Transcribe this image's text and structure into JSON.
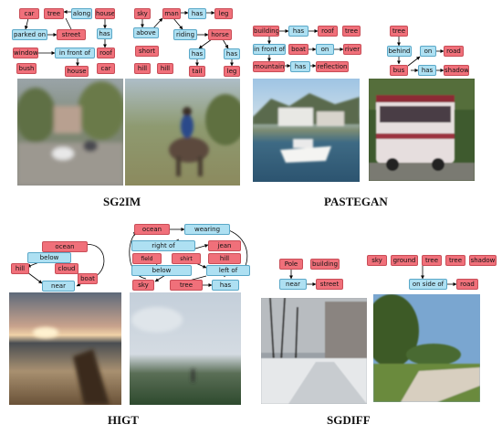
{
  "methods": {
    "sg2im": "SG2IM",
    "pastegan": "PASTEGAN",
    "higt": "HIGT",
    "sgdiff": "SGDIFF"
  },
  "graphs": {
    "sg2im_a": {
      "car": "car",
      "tree": "tree",
      "house": "house",
      "along": "along",
      "parked_on": "parked on",
      "street": "street",
      "has": "has",
      "window": "window",
      "in_front_of": "in front of",
      "roof": "roof",
      "bush": "bush",
      "house2": "house",
      "car2": "car"
    },
    "sg2im_b": {
      "sky": "sky",
      "man": "man",
      "has": "has",
      "leg": "leg",
      "above": "above",
      "riding": "riding",
      "horse": "horse",
      "short": "short",
      "has2": "has",
      "has3": "has",
      "hill": "hill",
      "hill2": "hill",
      "tail": "tail",
      "leg2": "leg"
    },
    "pastegan_a": {
      "building": "building",
      "has": "has",
      "roof": "roof",
      "tree": "tree",
      "in_front_of": "in front of",
      "boat": "boat",
      "on": "on",
      "river": "river",
      "mountain": "mountain",
      "has2": "has",
      "reflection": "reflection"
    },
    "pastegan_b": {
      "tree": "tree",
      "behind": "behind",
      "on": "on",
      "road": "road",
      "bus": "bus",
      "has": "has",
      "shadow": "shadow"
    },
    "higt_a": {
      "ocean": "ocean",
      "below": "below",
      "hill": "hill",
      "cloud": "cloud",
      "boat": "boat",
      "near": "near"
    },
    "higt_b": {
      "ocean": "ocean",
      "wearing": "wearing",
      "right_of": "right of",
      "jean": "jean",
      "field": "field",
      "shirt": "shirt",
      "hill": "hill",
      "below": "below",
      "left_of": "left of",
      "sky": "sky",
      "tree": "tree",
      "has": "has"
    },
    "sgdiff_a": {
      "pole": "Pole",
      "building": "building",
      "near": "near",
      "street": "street"
    },
    "sgdiff_b": {
      "sky": "sky",
      "ground": "ground",
      "tree": "tree",
      "tree2": "tree",
      "shadow": "shadow",
      "on_side_of": "on side of",
      "road": "road"
    }
  },
  "colors": {
    "object": "#f0707a",
    "relation": "#aee0f2"
  }
}
